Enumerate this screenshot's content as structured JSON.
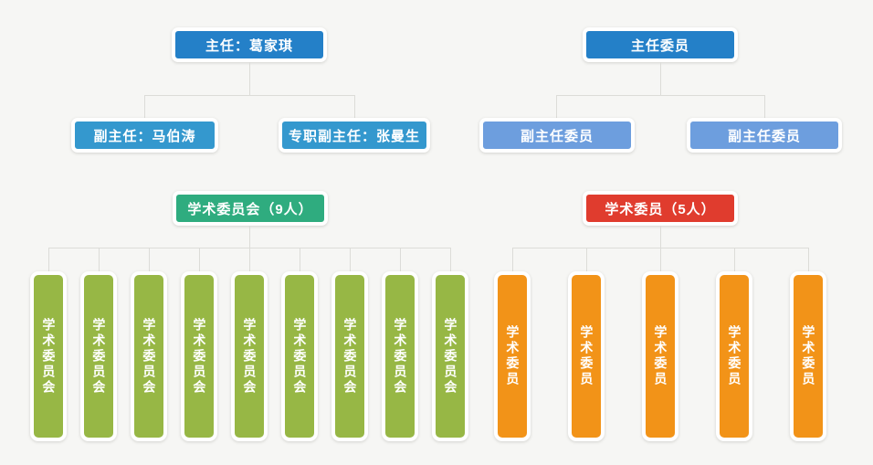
{
  "meta": {
    "background_color": "#f6f6f4",
    "connector_color": "#dcdcd8"
  },
  "left_tree": {
    "root": {
      "label": "主任：葛家琪",
      "color": "#2480c8"
    },
    "deputies": [
      {
        "label": "副主任：马伯涛",
        "color": "#3498ce"
      },
      {
        "label": "专职副主任：张曼生",
        "color": "#3498ce"
      }
    ],
    "group": {
      "label": "学术委员会（9人）",
      "color": "#2fac7f",
      "count": 9
    },
    "members": [
      {
        "label": "学术委员会",
        "color": "#97b745"
      },
      {
        "label": "学术委员会",
        "color": "#97b745"
      },
      {
        "label": "学术委员会",
        "color": "#97b745"
      },
      {
        "label": "学术委员会",
        "color": "#97b745"
      },
      {
        "label": "学术委员会",
        "color": "#97b745"
      },
      {
        "label": "学术委员会",
        "color": "#97b745"
      },
      {
        "label": "学术委员会",
        "color": "#97b745"
      },
      {
        "label": "学术委员会",
        "color": "#97b745"
      },
      {
        "label": "学术委员会",
        "color": "#97b745"
      }
    ]
  },
  "right_tree": {
    "root": {
      "label": "主任委员",
      "color": "#2480c8"
    },
    "deputies": [
      {
        "label": "副主任委员",
        "color": "#6d9ede"
      },
      {
        "label": "副主任委员",
        "color": "#6d9ede"
      }
    ],
    "group": {
      "label": "学术委员（5人）",
      "color": "#e03c2e",
      "count": 5
    },
    "members": [
      {
        "label": "学术委员",
        "color": "#f29318"
      },
      {
        "label": "学术委员",
        "color": "#f29318"
      },
      {
        "label": "学术委员",
        "color": "#f29318"
      },
      {
        "label": "学术委员",
        "color": "#f29318"
      },
      {
        "label": "学术委员",
        "color": "#f29318"
      }
    ]
  }
}
